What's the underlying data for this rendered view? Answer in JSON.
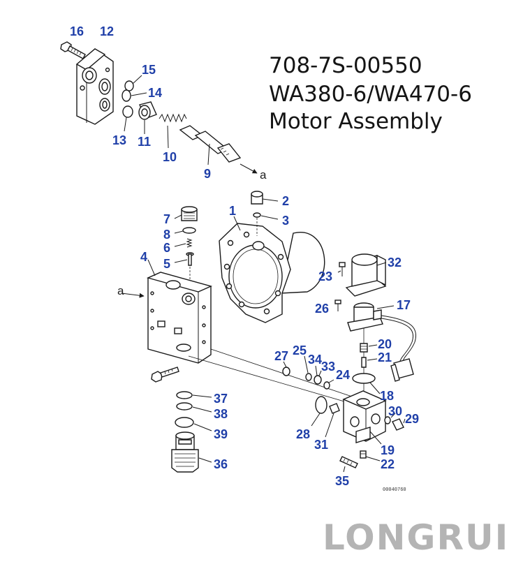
{
  "title": {
    "part_number": "708-7S-00550",
    "models": "WA380-6/WA470-6",
    "name": "Motor Assembly"
  },
  "callouts": [
    "1",
    "2",
    "3",
    "4",
    "5",
    "6",
    "7",
    "8",
    "9",
    "10",
    "11",
    "12",
    "13",
    "14",
    "15",
    "16",
    "17",
    "18",
    "19",
    "20",
    "21",
    "22",
    "23",
    "24",
    "25",
    "26",
    "27",
    "28",
    "29",
    "30",
    "31",
    "32",
    "33",
    "34",
    "35",
    "36",
    "37",
    "38",
    "39"
  ],
  "arrow_marks": {
    "top": "a",
    "left": "a"
  },
  "drawing_code": "00040760",
  "logo": {
    "text": "LONGRUI",
    "color": "#b4b4b4"
  },
  "colors": {
    "callout": "#1f3fa8",
    "line": "#1a1a1a"
  }
}
